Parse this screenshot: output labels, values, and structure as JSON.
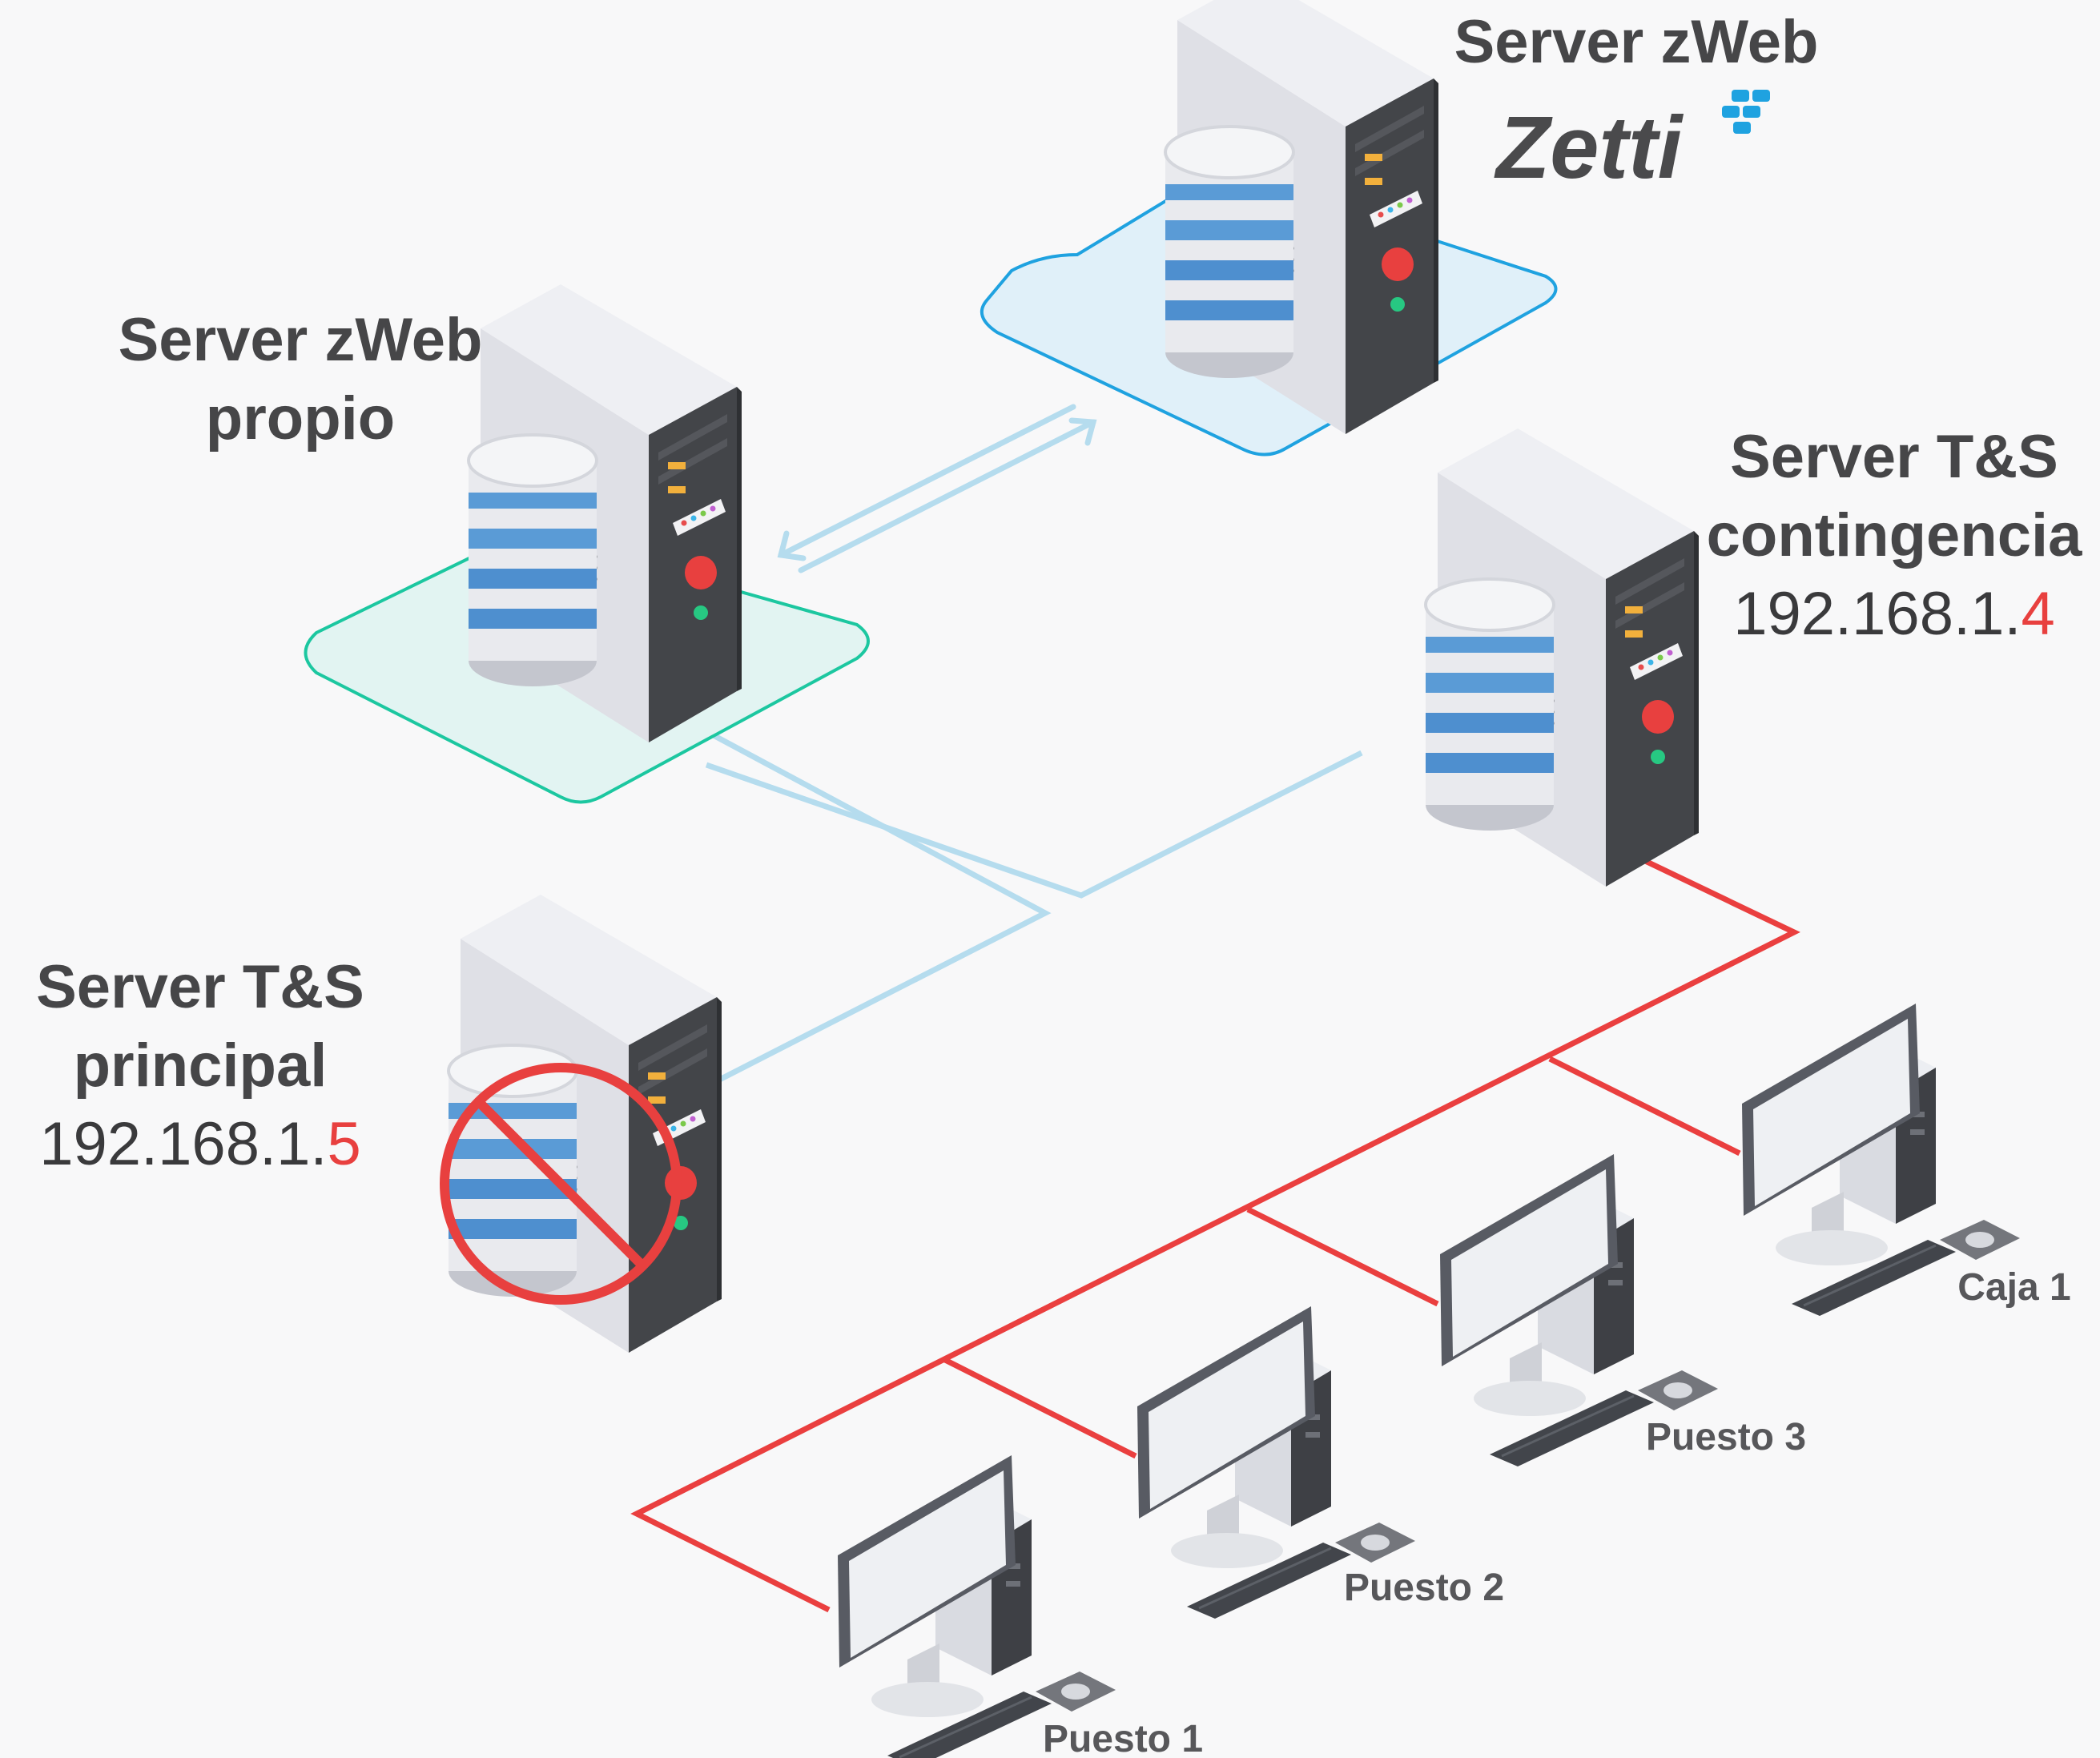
{
  "servers": {
    "zetti": {
      "title": "Server zWeb",
      "logo_text": "Zetti",
      "logo_color": "#1fa2e0",
      "platform_color": "#1fa2e0"
    },
    "propio": {
      "title_line1": "Server zWeb",
      "title_line2": "propio",
      "platform_color": "#1cc7a0"
    },
    "contingencia": {
      "title_line1": "Server T&S",
      "title_line2": "contingencia",
      "ip_prefix": "192.168.1.",
      "ip_last": "4"
    },
    "principal": {
      "title_line1": "Server T&S",
      "title_line2": "principal",
      "ip_prefix": "192.168.1.",
      "ip_last": "5",
      "status_icon": "prohibited-icon"
    }
  },
  "workstations": [
    {
      "label": "Puesto 1"
    },
    {
      "label": "Puesto 2"
    },
    {
      "label": "Puesto 3"
    },
    {
      "label": "Caja 1"
    }
  ],
  "colors": {
    "lan": "#ea3f3f",
    "link": "#b5dcee",
    "ip_accent": "#e8403f",
    "label": "#464648"
  }
}
